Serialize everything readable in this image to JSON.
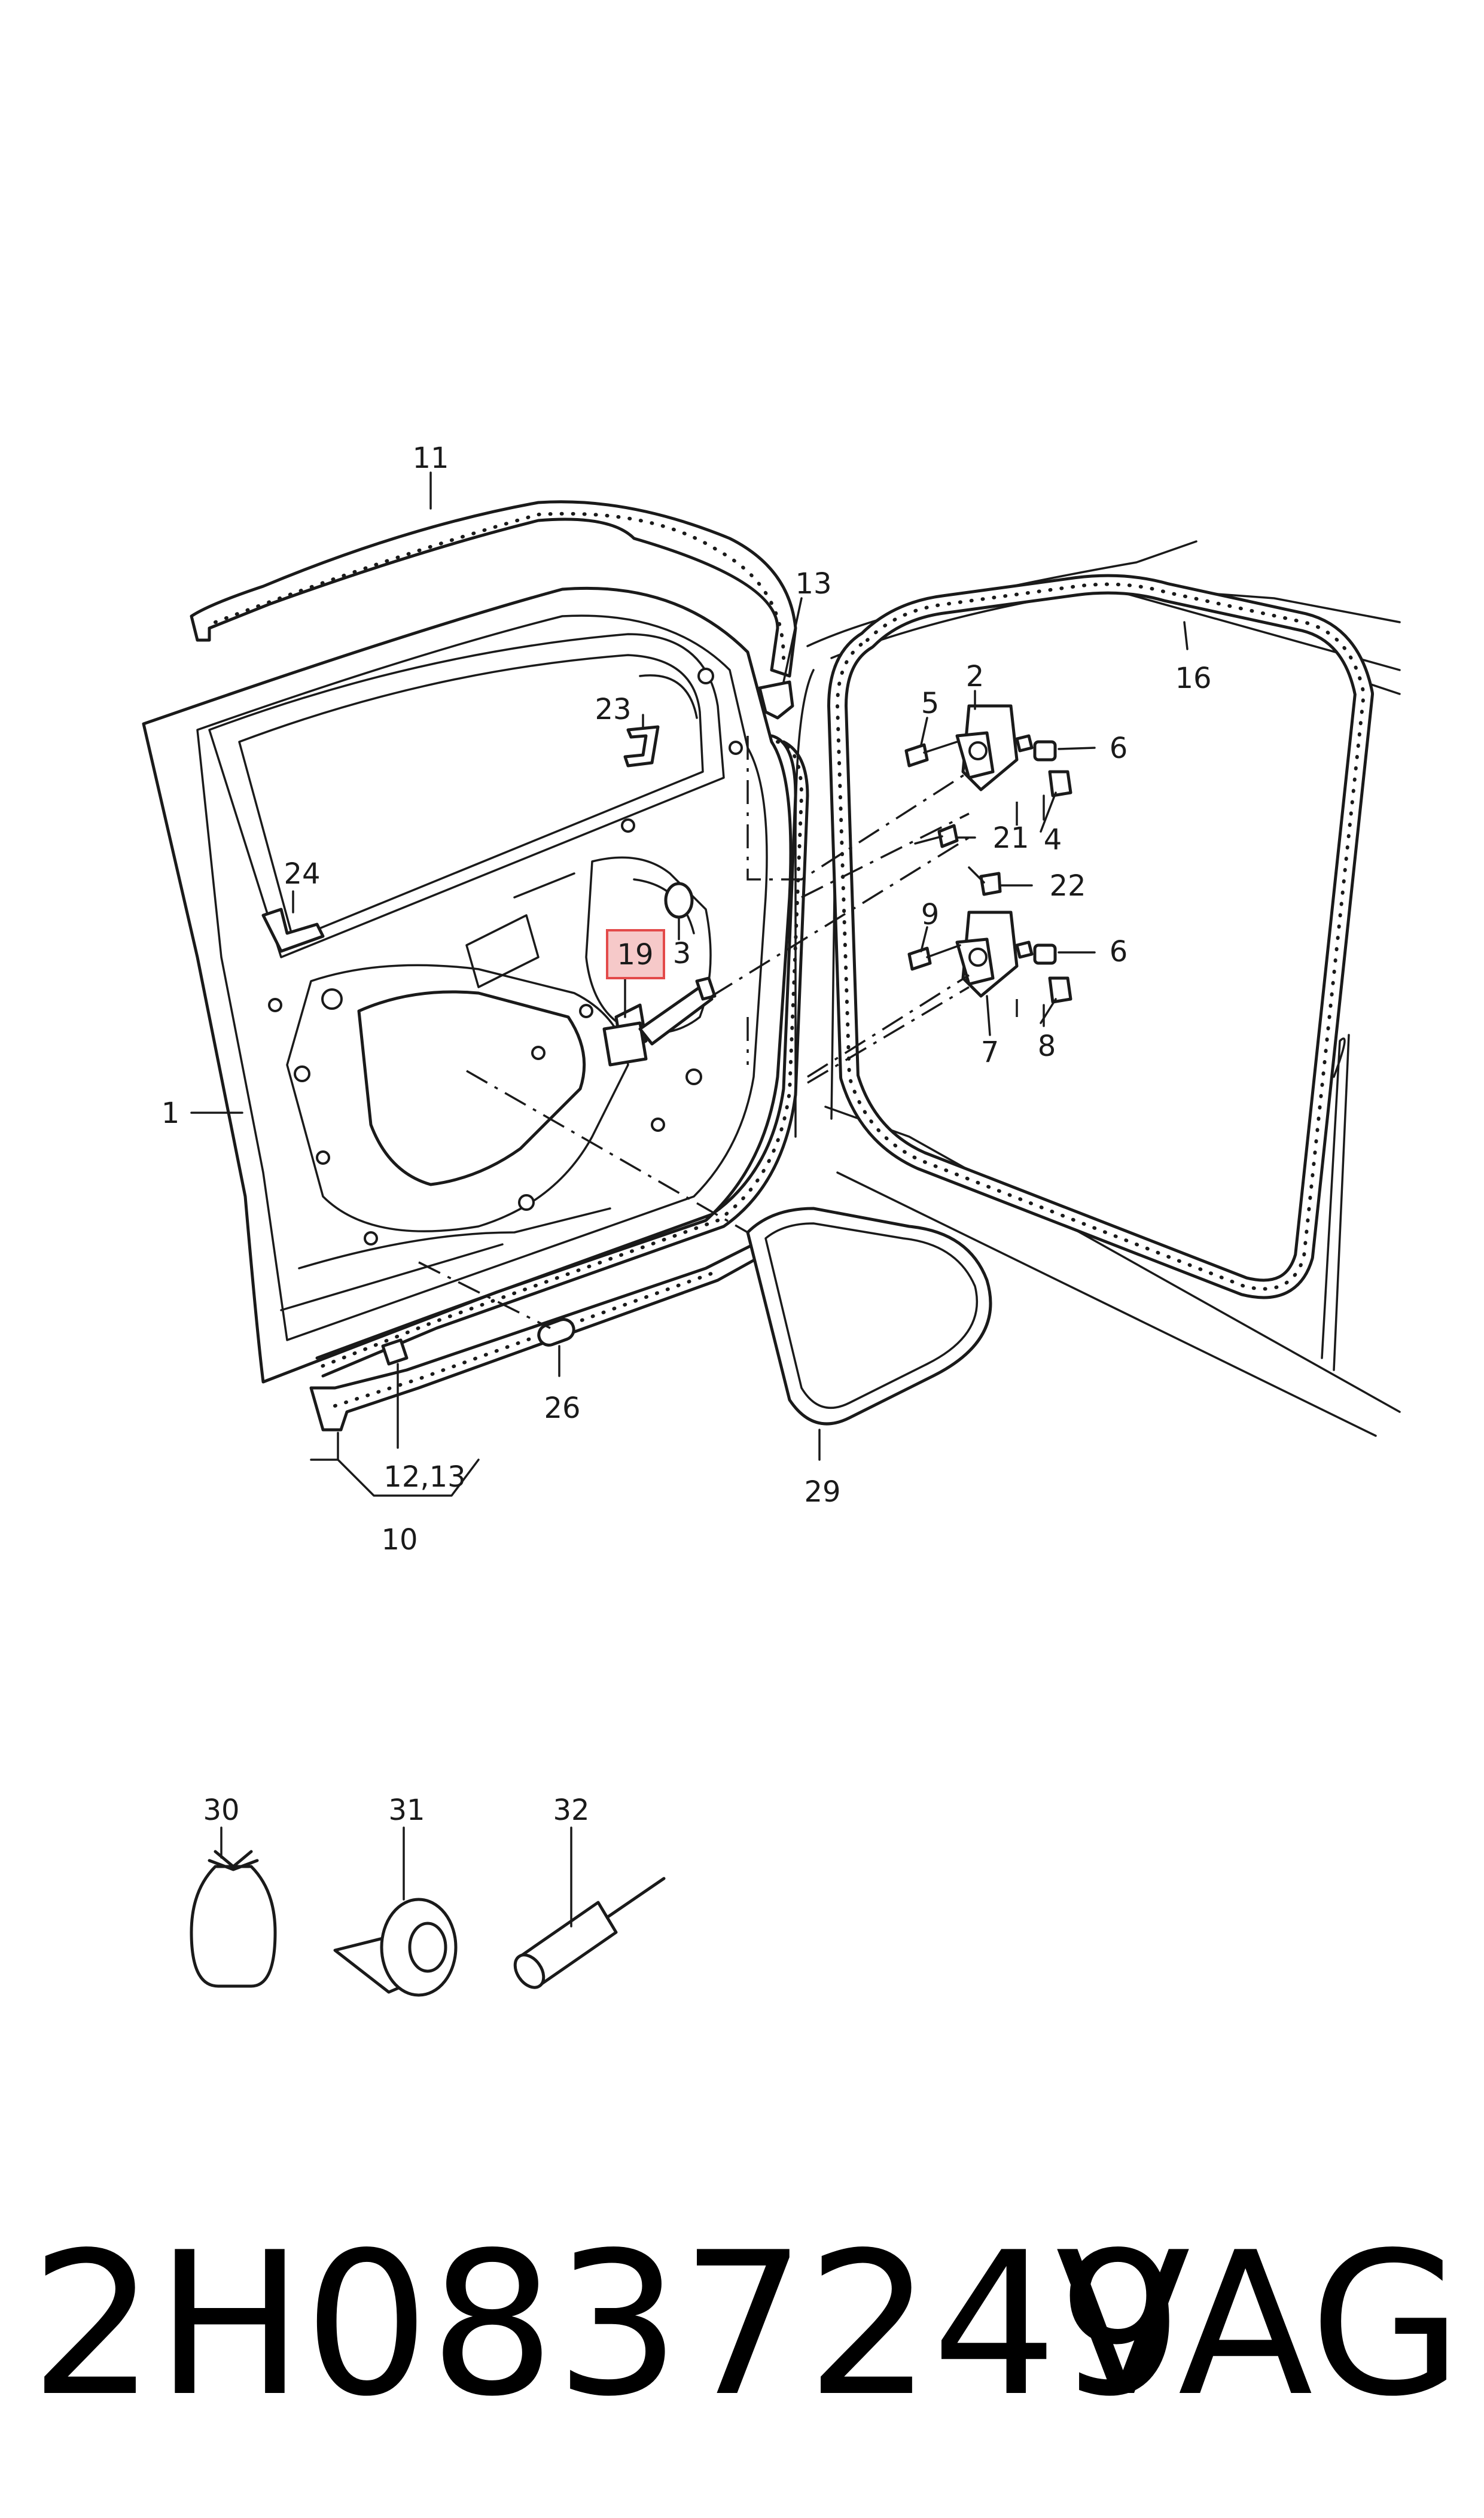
{
  "callouts": [
    {
      "id": "c1",
      "text": "1"
    },
    {
      "id": "c2",
      "text": "2"
    },
    {
      "id": "c3",
      "text": "3"
    },
    {
      "id": "c4",
      "text": "4"
    },
    {
      "id": "c5",
      "text": "5"
    },
    {
      "id": "c6a",
      "text": "6"
    },
    {
      "id": "c6b",
      "text": "6"
    },
    {
      "id": "c7",
      "text": "7"
    },
    {
      "id": "c8",
      "text": "8"
    },
    {
      "id": "c9",
      "text": "9"
    },
    {
      "id": "c10",
      "text": "10"
    },
    {
      "id": "c11",
      "text": "11"
    },
    {
      "id": "c1213",
      "text": "12,13"
    },
    {
      "id": "c13",
      "text": "13"
    },
    {
      "id": "c16",
      "text": "16"
    },
    {
      "id": "c19",
      "text": "19"
    },
    {
      "id": "c21",
      "text": "21"
    },
    {
      "id": "c22",
      "text": "22"
    },
    {
      "id": "c23",
      "text": "23"
    },
    {
      "id": "c24",
      "text": "24"
    },
    {
      "id": "c26",
      "text": "26"
    },
    {
      "id": "c29",
      "text": "29"
    },
    {
      "id": "c30",
      "text": "30"
    },
    {
      "id": "c31",
      "text": "31"
    },
    {
      "id": "c32",
      "text": "32"
    }
  ],
  "highlight": {
    "callout": "19",
    "color": "#e34a4a",
    "fill": "#f6c9c9"
  },
  "part_number": "2H0837249",
  "brand": "VAG"
}
